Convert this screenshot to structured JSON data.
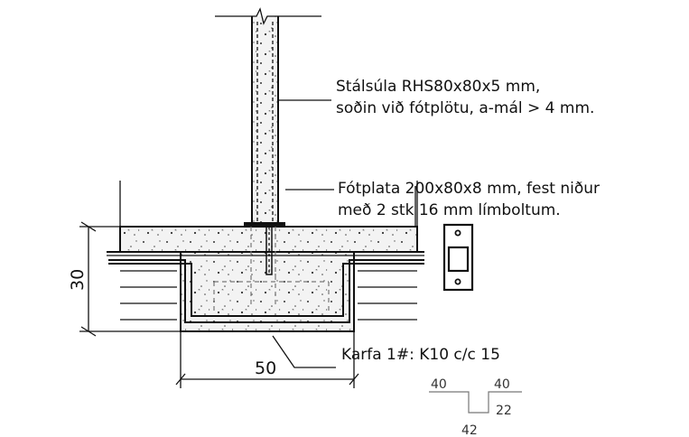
{
  "annotations": {
    "column_line1": "Stálsúla RHS80x80x5 mm,",
    "column_line2": "soðin við fótplötu, a-mál > 4 mm.",
    "plate_line1": "Fótplata 200x80x8 mm, fest niður",
    "plate_line2": "með 2 stk 16 mm límboltum.",
    "basket": "Karfa 1#: K10 c/c 15"
  },
  "dimensions": {
    "height": "30",
    "width": "50"
  },
  "bar_shape": {
    "left": "40",
    "right": "40",
    "depth": "22",
    "bottom": "42"
  }
}
